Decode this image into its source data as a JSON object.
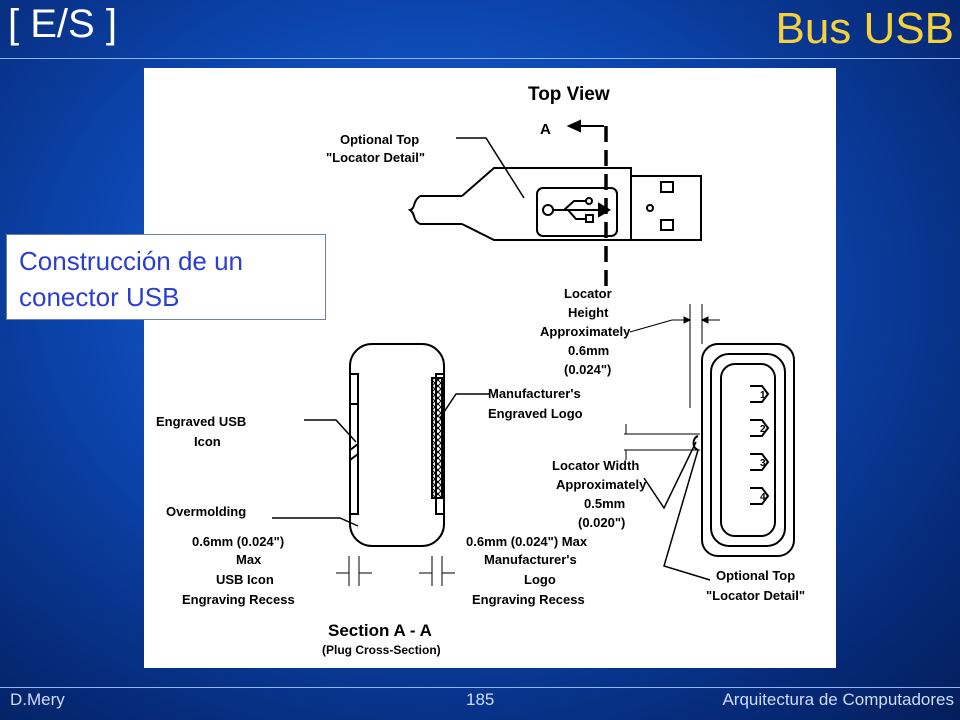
{
  "header": {
    "left_title": "[ E/S ]",
    "right_title": "Bus USB"
  },
  "callout": {
    "line1": "Construcción de un",
    "line2": "conector USB"
  },
  "figure": {
    "top_view": "Top View",
    "a_marker": "A",
    "optional_top_1": "Optional Top",
    "locator_detail_1": "\"Locator Detail\"",
    "locator": "Locator",
    "height": "Height",
    "approximately_1": "Approximately",
    "h_mm": "0.6mm",
    "h_in": "(0.024\")",
    "engraved_usb": "Engraved USB",
    "icon": "Icon",
    "manufacturers": "Manufacturer's",
    "engraved_logo": "Engraved Logo",
    "overmolding": "Overmolding",
    "locator_width": "Locator Width",
    "approximately_2": "Approximately",
    "w_mm": "0.5mm",
    "w_in": "(0.020\")",
    "left_dim": "0.6mm  (0.024\")",
    "max": "Max",
    "usb_icon": "USB Icon",
    "engraving_recess_1": "Engraving Recess",
    "right_dim": "0.6mm  (0.024\") Max",
    "manufacturers_2": "Manufacturer's",
    "logo": "Logo",
    "engraving_recess_2": "Engraving Recess",
    "optional_top_2": "Optional Top",
    "locator_detail_2": "\"Locator Detail\"",
    "section_title": "Section A - A",
    "section_sub": "(Plug Cross-Section)",
    "pin1": "1",
    "pin2": "2",
    "pin3": "3",
    "pin4": "4"
  },
  "footer": {
    "author": "D.Mery",
    "page": "185",
    "course": "Arquitectura de Computadores"
  }
}
